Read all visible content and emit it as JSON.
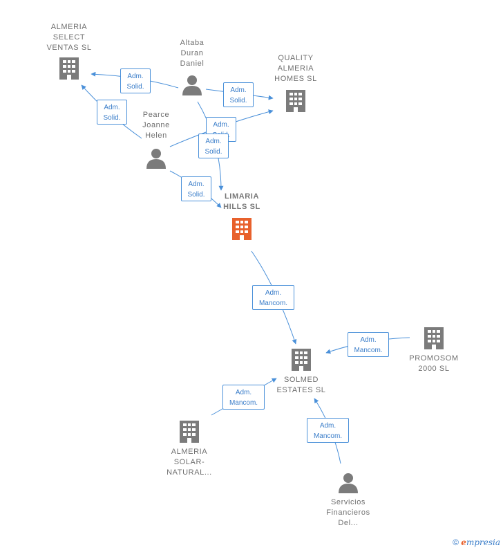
{
  "nodes": {
    "almeria_select": {
      "label": "ALMERIA\nSELECT\nVENTAS  SL",
      "type": "company"
    },
    "altaba": {
      "label": "Altaba\nDuran\nDaniel",
      "type": "person"
    },
    "quality": {
      "label": "QUALITY\nALMERIA\nHOMES  SL",
      "type": "company"
    },
    "pearce": {
      "label": "Pearce\nJoanne\nHelen",
      "type": "person"
    },
    "limaria": {
      "label": "LIMARIA\nHILLS  SL",
      "type": "company-focus"
    },
    "solmed": {
      "label": "SOLMED\nESTATES  SL",
      "type": "company"
    },
    "promosom": {
      "label": "PROMOSOM\n2000  SL",
      "type": "company"
    },
    "almeria_solar": {
      "label": "ALMERIA\nSOLAR-\nNATURAL...",
      "type": "company"
    },
    "servicios": {
      "label": "Servicios\nFinancieros\nDel...",
      "type": "person"
    }
  },
  "relations": {
    "altaba_select": "Adm.\nSolid.",
    "altaba_quality": "Adm.\nSolid.",
    "pearce_select": "Adm.\nSolid.",
    "pearce_quality": "Adm.\nSolid.",
    "altaba_limaria": "Adm.\nSolid.",
    "pearce_limaria": "Adm.\nSolid.",
    "limaria_solmed": "Adm.\nMancom.",
    "promosom_solmed": "Adm.\nMancom.",
    "solar_solmed": "Adm.\nMancom.",
    "servicios_solmed": "Adm.\nMancom."
  },
  "colors": {
    "edge": "#4a90d9",
    "company": "#7b7b7b",
    "focus": "#e8612c",
    "person": "#7b7b7b"
  },
  "footer": {
    "copyright": "©",
    "brand_initial": "e",
    "brand_rest": "mpresia"
  }
}
